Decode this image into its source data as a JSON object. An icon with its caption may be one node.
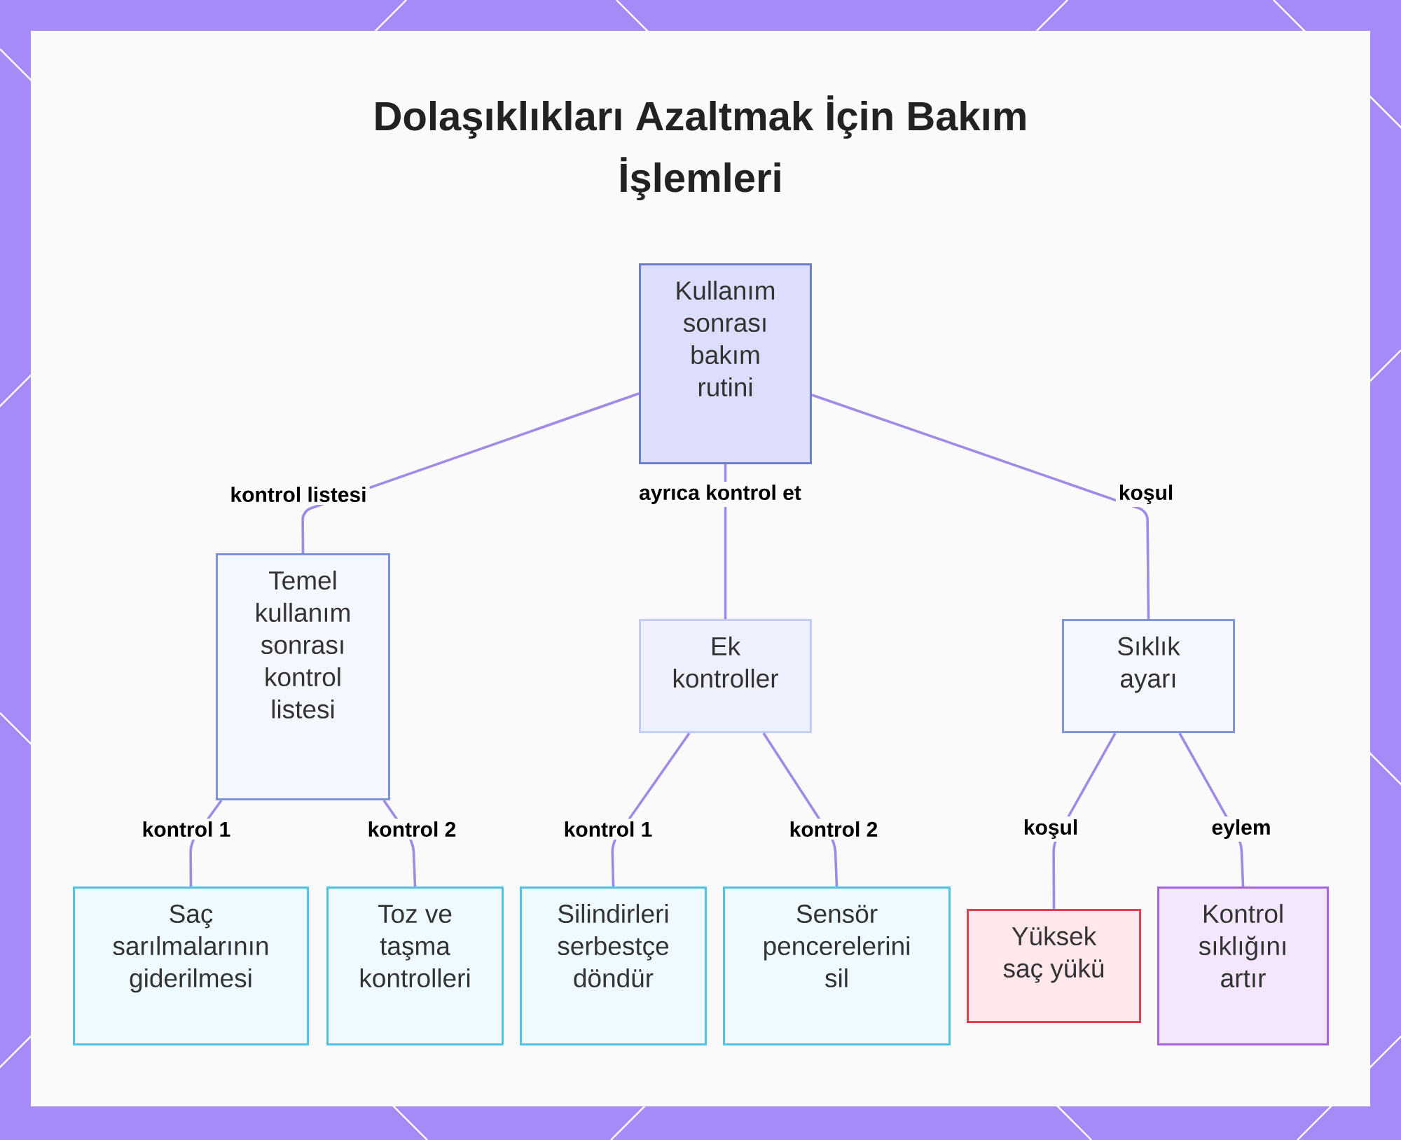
{
  "diagram": {
    "title": "Dolaşıklıkları Azaltmak İçin Bakım İşlemleri",
    "nodes": [
      {
        "text": [
          "Kullanım sonrası bakım rutini"
        ]
      },
      {
        "text": [
          "Temel kullanım sonrası kontrol listesi"
        ]
      },
      {
        "text": [
          "Ek kontroller"
        ]
      },
      {
        "text": [
          "Sıklık ayarı"
        ]
      },
      {
        "text": [
          "Saç sarılmalarının giderilmesi"
        ]
      },
      {
        "text": [
          "Toz ve taşma kontrolleri"
        ]
      },
      {
        "text": [
          "Silindirleri serbestçe döndür"
        ]
      },
      {
        "text": [
          "Sensör pencerelerini sil"
        ]
      },
      {
        "text": [
          "Yüksek saç yükü"
        ]
      },
      {
        "text": [
          "Kontrol sıklığını artır"
        ]
      }
    ],
    "edges": [
      {
        "from": 0,
        "to": 1,
        "arrow": "none",
        "label": "kontrol listesi"
      },
      {
        "from": 0,
        "to": 2,
        "arrow": "none",
        "label": "ayrıca kontrol et"
      },
      {
        "from": 0,
        "to": 3,
        "arrow": "none",
        "label": "koşul"
      },
      {
        "from": 1,
        "to": 4,
        "arrow": "none",
        "label": "kontrol 1"
      },
      {
        "from": 1,
        "to": 5,
        "arrow": "none",
        "label": "kontrol 2"
      },
      {
        "from": 2,
        "to": 6,
        "arrow": "none",
        "label": "kontrol 1"
      },
      {
        "from": 2,
        "to": 7,
        "arrow": "none",
        "label": "kontrol 2"
      },
      {
        "from": 3,
        "to": 8,
        "arrow": "none",
        "label": "koşul"
      },
      {
        "from": 3,
        "to": 9,
        "arrow": "none",
        "label": "eylem"
      }
    ]
  }
}
